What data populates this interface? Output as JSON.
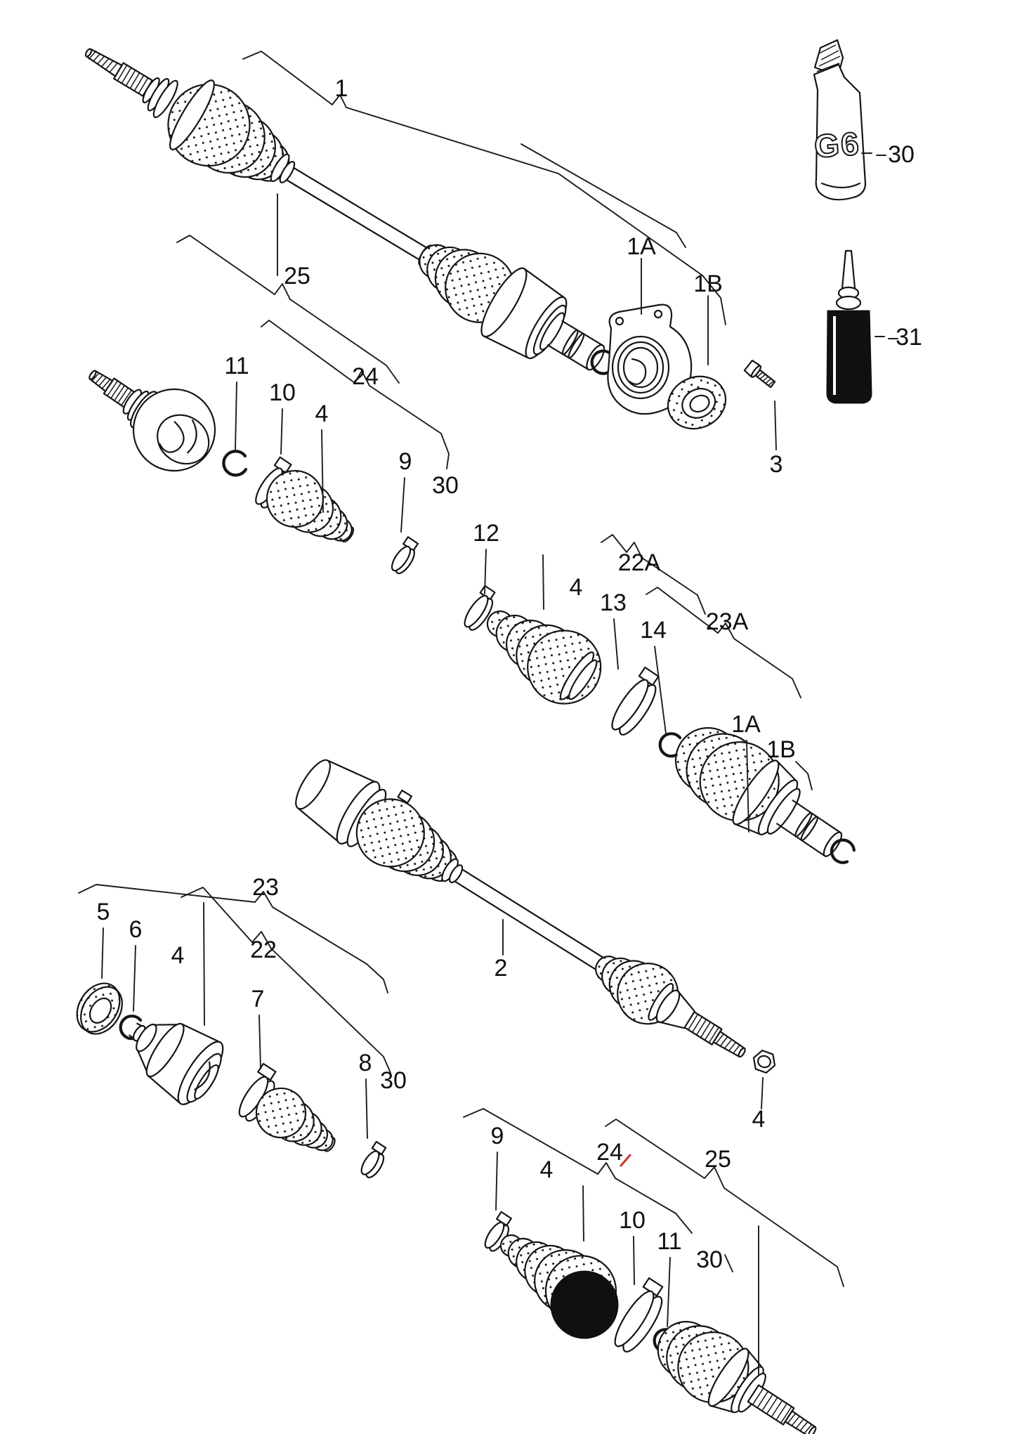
{
  "diagram": {
    "type": "exploded-parts-diagram",
    "subject": "drive shaft / constant velocity joints",
    "callouts": [
      {
        "text": "1"
      },
      {
        "text": "1A"
      },
      {
        "text": "1B"
      },
      {
        "text": "3"
      },
      {
        "text": "30"
      },
      {
        "text": "31"
      },
      {
        "text": "25"
      },
      {
        "text": "11"
      },
      {
        "text": "10"
      },
      {
        "text": "4"
      },
      {
        "text": "24"
      },
      {
        "text": "9"
      },
      {
        "text": "30"
      },
      {
        "text": "12"
      },
      {
        "text": "4"
      },
      {
        "text": "22A"
      },
      {
        "text": "13"
      },
      {
        "text": "14"
      },
      {
        "text": "23A"
      },
      {
        "text": "1A"
      },
      {
        "text": "1B"
      },
      {
        "text": "2"
      },
      {
        "text": "4"
      },
      {
        "text": "23"
      },
      {
        "text": "5"
      },
      {
        "text": "6"
      },
      {
        "text": "4"
      },
      {
        "text": "22"
      },
      {
        "text": "7"
      },
      {
        "text": "8"
      },
      {
        "text": "30"
      },
      {
        "text": "9"
      },
      {
        "text": "4"
      },
      {
        "text": "24"
      },
      {
        "text": "25"
      },
      {
        "text": "10"
      },
      {
        "text": "11"
      },
      {
        "text": "30"
      }
    ],
    "consumables": {
      "grease_tube_marking": "G6"
    }
  }
}
